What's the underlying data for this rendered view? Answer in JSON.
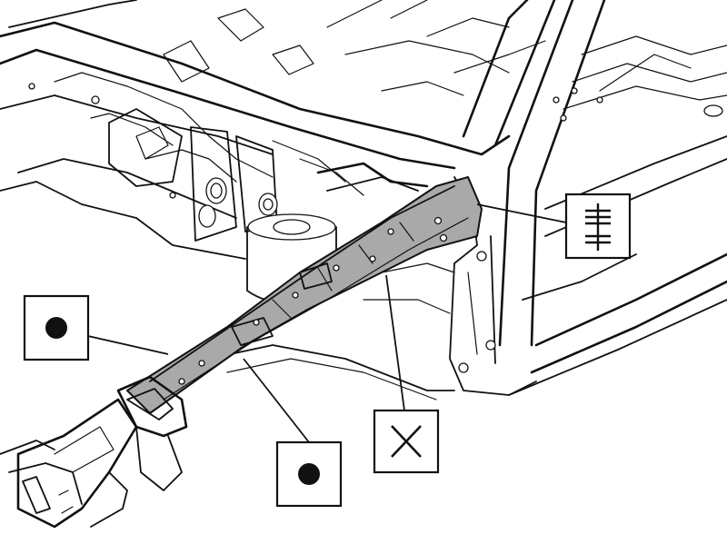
{
  "diagram": {
    "background_color": "#ffffff",
    "line_color": "#111111",
    "highlight_color": "#a9a9a9",
    "callouts": [
      {
        "symbol": "filled-dot-symbol",
        "meaning_key": "spot-weld"
      },
      {
        "symbol": "filled-dot-symbol",
        "meaning_key": "spot-weld"
      },
      {
        "symbol": "cross-symbol",
        "meaning_key": "cut"
      },
      {
        "symbol": "weld-seam-symbol",
        "meaning_key": "seam"
      }
    ]
  }
}
